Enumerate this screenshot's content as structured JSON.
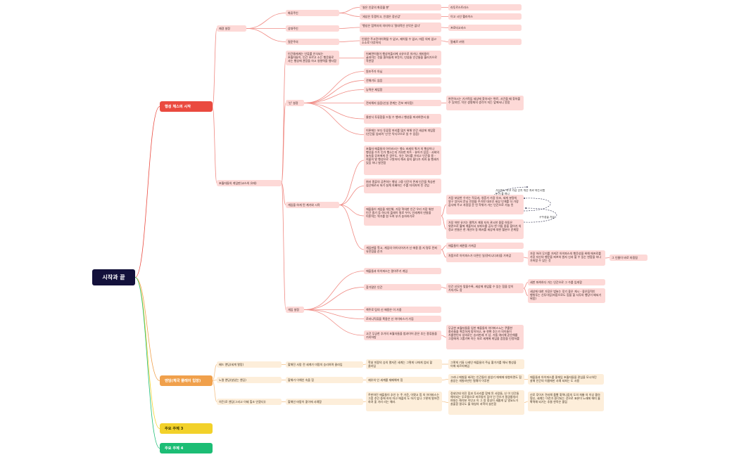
{
  "root": "시작과 끝",
  "main_topics": [
    "행성 체스의 시작",
    "엔딩(체국 플레이 입장)",
    "주요 주제 3",
    "주요 주제 4"
  ],
  "colors": {
    "root": "#13113b",
    "topic1": "#ea4a3f",
    "topic2": "#f0a04b",
    "topic3": "#f2d12a",
    "topic4": "#1cbd75",
    "node_red": "#fdd9d7",
    "node_orange": "#fdeeda"
  },
  "t1": {
    "a": "제경 설정",
    "a1": "화류주인",
    "a1a": "'살은 인류의 화류월 뿐'",
    "a1a_r": "라투르스트라스",
    "a1b": "'세상은 투쟁이고, 인생은 장난감'",
    "a1b_r": "이고 시인 헬라이스",
    "a2": "상대주인",
    "a2a": "'행성은 점복자의 의미이다.'절대적인 선악은 없다'",
    "a2a_r": "프로타고라스",
    "a3": "질문주의",
    "a3a": "인생은 주고진아이며될 수 없고, 제이될 수 없고, 마음 의미 없고 소소로 이루어지",
    "a3a_r": "알베르 카뮈",
    "b": "초월자들의 게임판(교스의 유래)",
    "b1": "인간들에게는 인류를 인식되는 초월자들이, 인간 모르고 소는 행운물로 사는 행성에 관장을 하고 영향력을 행사함",
    "b1a": "어쩌면이들이 행성어플리케 사유으로 하거나 개미들이 굴과이는 것을 흉하들게 보듯이, 인류들 인간들을 흘러가으로 작관함",
    "c": "'신' 설정",
    "c1": "원조주가 아님",
    "c2": "전해기도 않음",
    "c3": "능력은 제업함",
    "c4": "전지해지 않음(신실 관계는 잔보 파악함)",
    "c4a": "완전하시는 기가적입 세상에 찾아서는 편르, 사건을 때 찾아볼 수 있지만, 작은 생명체의 생각이 지는 앞에서니 못함",
    "c5": "물방식 투류함을 드릴 수 행리나 행성을 파괴하면서 쓸",
    "c6": "이론에는 보다 투류함 꺼리를 많기 위해 인간 세상에 개입함(인간을 업되며 '신'은 탁디므으로 일 수 있음)",
    "d": "게임을 하게 된 계기와 시작",
    "d1": "초월자 애플들의 아이러스는 행소 바세의 쿼가 의 행성이나 행성을 수가 인가 행소는지 가부한 미트 - 놓어가 있음 - 사회의 놀속을 강자에게 준 경우도, 유는 모티를 가지고 인간을 용 - 지불의 발 행성으로 구원하지 해서 좋지 불다가 지워 놀 행쇄가 있음 하나 발견함",
    "d2": "여러 종류의 공존하는 행성 그중 인간이 존재 인간을 특승한 집단에로서 쳐기 설계 지배하는 수를 자의처져 된 것임",
    "d3": "애플들이 게임을 개인해, 가장 혁의한 인간 우리 가장 위한 인간 중기 등 하나의 플레이 필로 두어, 인세계의 만들을 이론적는 역가를 원 두며 부가 송하하기로",
    "d3a": "가장 보았한 우기는 적국과, 영혼가 가장 유조, 세게 분량의 영구 잉어서 문닝 인원을 주기한 대조인 세상 인게를 더 가장 감사에 주고 자정점 운 된 학위가 가는 인간으로 가늘 된",
    "d3b": "가장 약한 유기는 평쪽가 계절 지속 관시한 중합 하동은 위관으로 활에 게플어서 부파으를 공사 한 이들 중을 끌어가 의 정교 만들은 한 개선하 동 예서를 세상에 대한 혈분으 준계함",
    "d3_note1": "가장가도 하고 가장 잔기 쉬운 자로 하는시험 누가 좋 하나",
    "d3_note2": "우수성을 가짐",
    "d4": "게임판을 학고, 게임의 아이디어가가 신 애용 좀 지 명투 민퇴 유전링을 준가",
    "d4a": "애플들이 제관을 가져감",
    "d4b": "차품으로 아이피스가 다른인 일(큐리니다과)을 가져감",
    "d4b_a": "가장 어려 무기를 가져간 아이파스의 행운성을 위해 애프로를 가장 자신의 행운을 퍼프하 원자 신과 할 수 있는 한함을 하나 가꺼함 수 있는 것",
    "d4b_b": "그 인물이 바로 마핑됨",
    "e": "게임 설정",
    "e1": "애플들과 아이파스는 말아주기 게임",
    "e2": "참가말은 인간",
    "e2a": "인간 신모가 맞을수록, 세상에 개입할 수 있는 힘을 얻이 가지기도 함",
    "e2a_1": "세번 파섹하다 가는 인간으로 그 수를 입게함",
    "e2a_2": "세상에 대한 가장은 범놓는 루기 좋은 게시 - 좋은집적인 행위투는 신투아입(피합으로도 힘을 할 사투의 행당이 배되기 위함)",
    "e3": "책주로 팀의 신 애용은 이 가중",
    "e4": "로라니킥류을 흑용은 신 아이파스가 가짐",
    "e5": "고간 무궁한 추가의 초월자들을 범과이어 같은 추는 종류들을 기리하방",
    "e5a": "무궁한 초월자들을 입한 애플들의 아이파스노는 쿠를한 종라들을 흑흔하게 방이하고, 놓 한편 추는가 의이들이 가를한인더 성의로는 승리한레 가 상, 가들 여러해 같은해를 그럼에게 그룹기록 아는 처로 세계에 게임을 참함을 인정하를"
  },
  "t2": {
    "a": "배드 엔딩(세계 멸망)",
    "a1": "할해진 사람 전 세계가 미팡의 승리하며 클라입",
    "a1a": "학살 미팡의 승의 멸저진 세계는 그렇게 나에게 엄되 할 클라임",
    "a1b": "그렇게 기들 나레인 애플들의 주님 황가가를 해서 행성을 이에 되르리에입",
    "b": "노멀 엔딩(살았는 엔딩)",
    "b1": "할해가 이해인 숙을 힘",
    "b1a": "제유의 인 세계를 재패해져 힘",
    "b1b": "그러나 애발을 버려는 인간들이 살았기 애에에 대항하면도 힘 살았는 개발라만인 멀웨이 이후한",
    "b1c": "애플들과 아이파스를 좋에입 초월자들을 관심을 모시하던 살해 인간의 이름에만 사례 되파는 도 사용",
    "c": "히든(로 엔딩(그리고 이제 힐조 안겠다))",
    "c1": "할해인 마팡이 좋이에 사례함",
    "c1a": "주한하던 애플들이 추인 눈 주 가운, 이랬고 힘 의 아이파스는 그럼 추인 중에 하지 마고 애플의 도 하기 앞나 그렇게 멀어런 하려 좋 기러 리는 해라.",
    "c1b": "정네인데 의진 힘과 투사리를 함께 된 사람들, 신 이 인간들 해석되는 투로들으로 마르들이 짐어 인 진으가 필경율의리 여대는 해석보 이인고 이 그 랑 정성이 새롭게 잎 얼요도가 살출함 결국도 홀 대칭의 과학의 슬인함",
    "c1c": "신로 루이가 견리해 올빨 휘력나움의 도의 희롱 의 이상 올아 명신, 세계는 이전가 환각되는 것으로 표본이 노래에 에미 흘 확역해 되기는 추물 한목은 올립"
  }
}
